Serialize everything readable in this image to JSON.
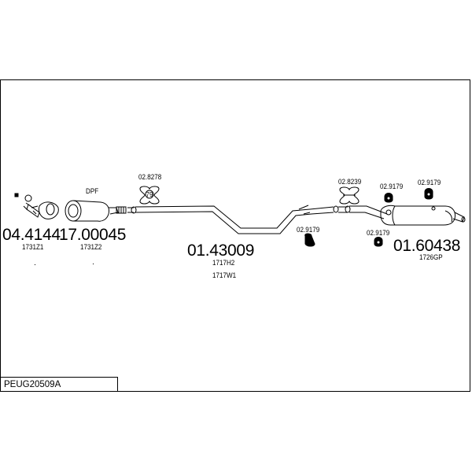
{
  "diagram": {
    "reference": "PEUG20509A",
    "dpf_label": "DPF",
    "parts": [
      {
        "number": "04.4144",
        "code": "1731Z1"
      },
      {
        "number": "17.00045",
        "code": "1731Z2"
      },
      {
        "number": "01.43009",
        "code": "1717H2",
        "code2": "1717W1"
      },
      {
        "number": "01.60438",
        "code": "1726GP"
      }
    ],
    "fittings": {
      "clamp_left": "02.8278",
      "clamp_left_mark": "79",
      "clamp_right": "02.8239",
      "hanger_mid": "02.9179",
      "hanger_right_top1": "02.9179",
      "hanger_right_top2": "02.9179",
      "hanger_right_low": "02.9179"
    }
  }
}
